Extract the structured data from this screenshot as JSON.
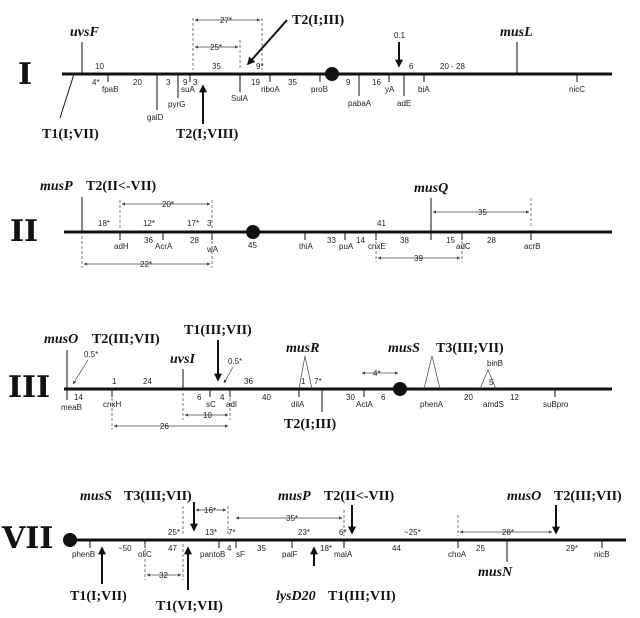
{
  "chromosomes": [
    {
      "id": "I",
      "label": "I",
      "top_labels": [
        "uvsF",
        "T2(I;III)",
        "musL"
      ],
      "bottom_labels": [
        "T1(I;VII)",
        "T2(I;VIII)"
      ],
      "distances_upper": [
        "10",
        "4*",
        "20",
        "3",
        "9",
        "3",
        "35",
        "19",
        "9*",
        "35",
        "9",
        "16",
        "6",
        "20 - 28",
        "0.1"
      ],
      "interval_labels": [
        "27*",
        "25*"
      ],
      "genes": [
        "fpaB",
        "galD",
        "pyrG",
        "suA",
        "SulA",
        "riboA",
        "proB",
        "pabaA",
        "yA",
        "adE",
        "biA",
        "nicC"
      ]
    },
    {
      "id": "II",
      "label": "II",
      "top_labels": [
        "musP",
        "T2(II<-VII)",
        "musQ"
      ],
      "distances_upper": [
        "18*",
        "12*",
        "17*",
        "36",
        "28",
        "3",
        "33",
        "14",
        "41",
        "38",
        "15",
        "28"
      ],
      "interval_labels": [
        "20*",
        "22*",
        "39",
        "35"
      ],
      "genes": [
        "adH",
        "AcrA",
        "wA",
        "45",
        "thiA",
        "puA",
        "cnxE",
        "adC",
        "acrB"
      ]
    },
    {
      "id": "III",
      "label": "III",
      "top_labels": [
        "musO",
        "T2(III;VII)",
        "T1(III;VII)",
        "uvsI",
        "musR",
        "musS",
        "T3(III;VII)"
      ],
      "bottom_labels": [
        "T2(I;III)"
      ],
      "distances_upper": [
        "0.5*",
        "14",
        "1",
        "24",
        "6",
        "4",
        "0.5*",
        "36",
        "40",
        "1",
        "7*",
        "30",
        "6",
        "4*",
        "20",
        "5",
        "12"
      ],
      "interval_labels": [
        "10",
        "26"
      ],
      "genes": [
        "meaB",
        "cnxH",
        "sC",
        "adI",
        "dilA",
        "ActA",
        "phenA",
        "binB",
        "amdS",
        "suBpro"
      ]
    },
    {
      "id": "VII",
      "label": "VII",
      "top_labels": [
        "musS",
        "T3(III;VII)",
        "musP",
        "T2(II<-VII)",
        "musO",
        "T2(III;VII)"
      ],
      "bottom_labels": [
        "T1(I;VII)",
        "T1(VI;VII)",
        "lysD20",
        "T1(III;VII)",
        "musN"
      ],
      "distances_upper": [
        "~50",
        "47",
        "25*",
        "13*",
        "7*",
        "4",
        "35",
        "23*",
        "18*",
        "6*",
        "44",
        "~25*",
        "25",
        "29*"
      ],
      "interval_labels": [
        "16*",
        "35*",
        "28*",
        "32"
      ],
      "genes": [
        "phenB",
        "oliC",
        "pantoB",
        "sF",
        "palF",
        "malA",
        "choA",
        "nicB"
      ]
    }
  ]
}
